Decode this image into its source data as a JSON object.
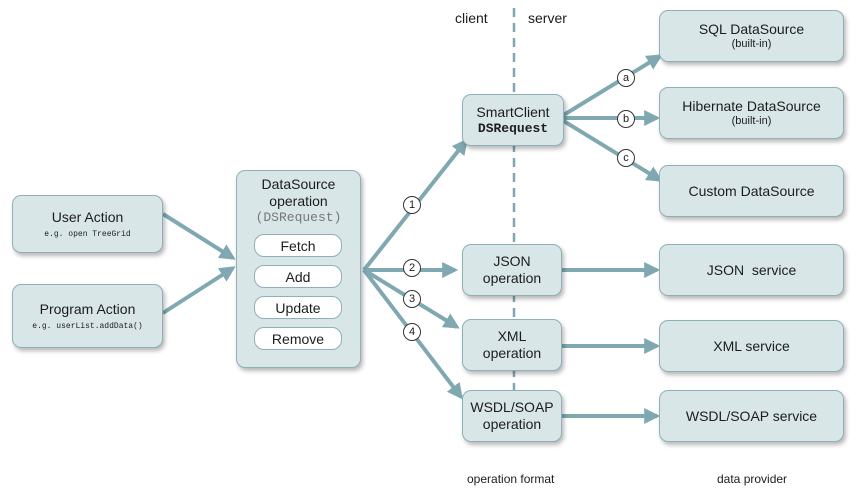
{
  "header": {
    "client": "client",
    "server": "server"
  },
  "footer": {
    "operation_format": "operation format",
    "data_provider": "data provider"
  },
  "sources": {
    "user_action": {
      "title": "User Action",
      "example": "e.g. open TreeGrid"
    },
    "program_action": {
      "title": "Program Action",
      "example": "e.g. userList.addData()"
    }
  },
  "operation": {
    "title_line1": "DataSource",
    "title_line2": "operation",
    "request": "(DSRequest)",
    "buttons": [
      "Fetch",
      "Add",
      "Update",
      "Remove"
    ]
  },
  "formats": {
    "smartclient": {
      "line1": "SmartClient",
      "line2": "DSRequest"
    },
    "json": {
      "line1": "JSON",
      "line2": "operation"
    },
    "xml": {
      "line1": "XML",
      "line2": "operation"
    },
    "wsdl": {
      "line1": "WSDL/SOAP",
      "line2": "operation"
    }
  },
  "providers": {
    "sql": {
      "line1": "SQL DataSource",
      "line2": "(built-in)"
    },
    "hibernate": {
      "line1": "Hibernate DataSource",
      "line2": "(built-in)"
    },
    "custom": "Custom DataSource",
    "json": "JSON  service",
    "xml": "XML service",
    "wsdl": "WSDL/SOAP service"
  },
  "numbers": [
    "1",
    "2",
    "3",
    "4"
  ],
  "letters": [
    "a",
    "b",
    "c"
  ],
  "colors": {
    "arrow": "#7fa8b1",
    "box_fill": "#d9e6e8",
    "box_border": "#8fb0b6",
    "divider": "#7fa8b1"
  }
}
